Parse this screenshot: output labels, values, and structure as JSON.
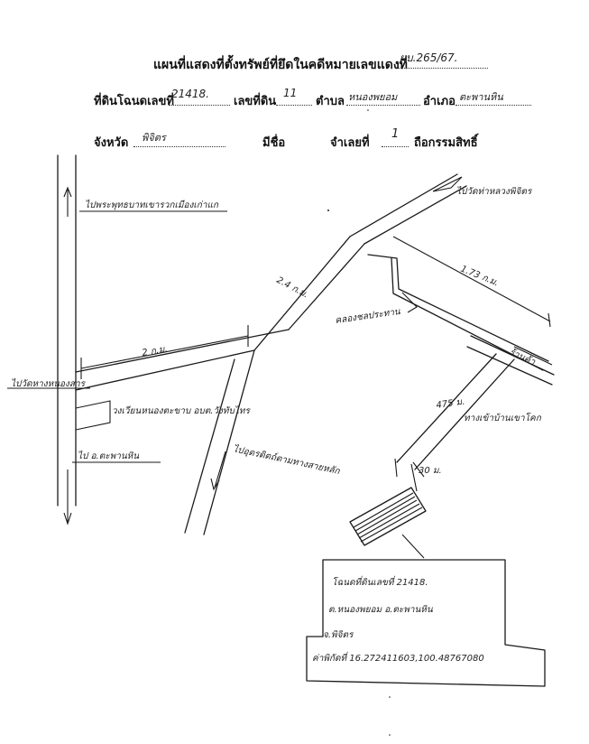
{
  "header": {
    "title": "แผนที่แสดงที่ตั้งทรัพย์ที่ยึดในคดีหมายเลขแดงที่",
    "case_number": "ผบ.265/67.",
    "deed_label": "ที่ดินโฉนดเลขที่",
    "deed_number": "21418.",
    "land_no_label": "เลขที่ดิน",
    "land_no": "11",
    "subdistrict_label": "ตำบล",
    "subdistrict": "หนองพยอม",
    "district_label": "อำเภอ",
    "district": "ตะพานหิน",
    "province_label": "จังหวัด",
    "province": "พิจิตร",
    "name_label": "มีชื่อ",
    "order_label": "จำเลยที่",
    "order_no": "1",
    "owner_label": "ถือกรรมสิทธิ์"
  },
  "map_labels": {
    "top_left_road": "ไปพระพุทธบาทเขารวกเมืองเก่าแก",
    "top_right": "ไปวัดท่าหลวงพิจิตร",
    "distance_a": "1.73 ก.ม.",
    "distance_b": "2 ก.ม.",
    "distance_c": "2.4 ก.ม.",
    "canal": "คลองชลประทาน",
    "left_road": "ไปวัดหางหนองสาร",
    "junction": "วงเวียนหนองตะขาบ อบต.วังทับไทร",
    "lower_left": "ไป อ.ตะพานหิน",
    "center_road": "ไปอุตรดิตถ์ตามทางสายหลัก",
    "distance_d": "475 ม.",
    "right_road": "ทางเข้าบ้านเขาโคก",
    "bridge": "ร้านค้า",
    "short_distance": "30 ม.",
    "box_line1": "โฉนดที่ดินเลขที่ 21418.",
    "box_line2": "ต.หนองพยอม อ.ตะพานหิน",
    "box_line3": "จ.พิจิตร",
    "box_line4": "ค่าพิกัดที่ 16.272411603,100.48767080"
  }
}
